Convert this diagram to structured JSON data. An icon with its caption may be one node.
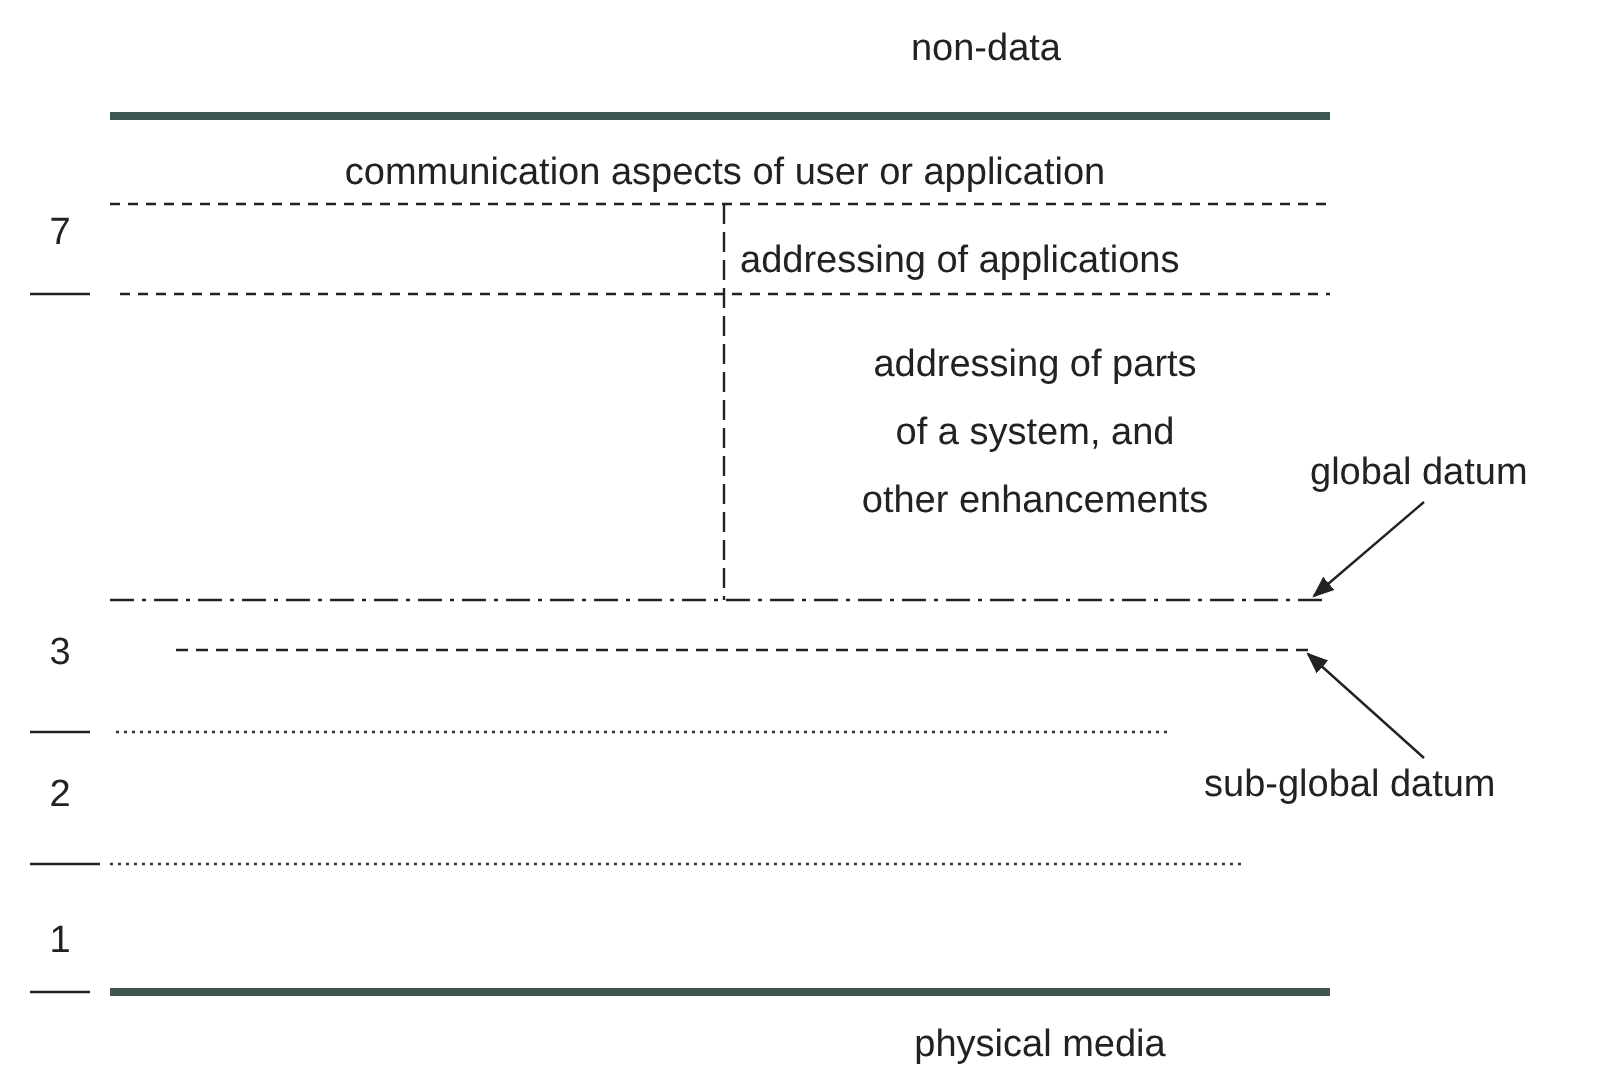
{
  "diagram": {
    "nodes": [
      {
        "text": [
          "global datum"
        ]
      },
      {
        "text": [],
        "shape": "line"
      },
      {
        "text": [
          "sub-global datum"
        ]
      },
      {
        "text": [],
        "shape": "line"
      }
    ],
    "edges": [
      {
        "from": 0,
        "to": 1,
        "arrow": "to"
      },
      {
        "from": 2,
        "to": 3,
        "arrow": "to"
      }
    ],
    "labels": [
      "non-data",
      "communication aspects of user or application",
      "7",
      "addressing of applications",
      "addressing of parts of a system, and other enhancements",
      "3",
      "2",
      "1",
      "physical media"
    ]
  }
}
